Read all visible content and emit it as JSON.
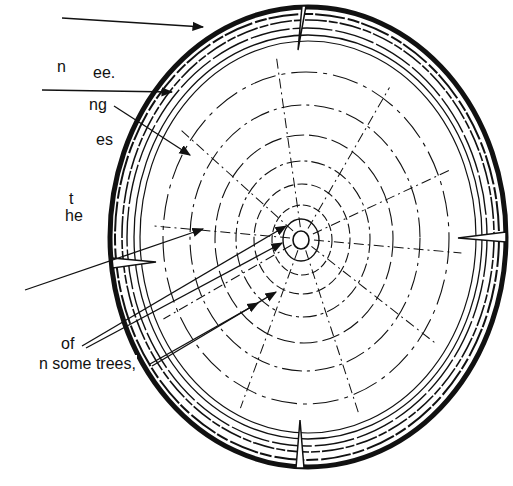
{
  "diagram": {
    "labels": [
      "n",
      "ee.",
      "ng",
      "es",
      "t",
      "he",
      "of",
      "n some trees,"
    ]
  }
}
